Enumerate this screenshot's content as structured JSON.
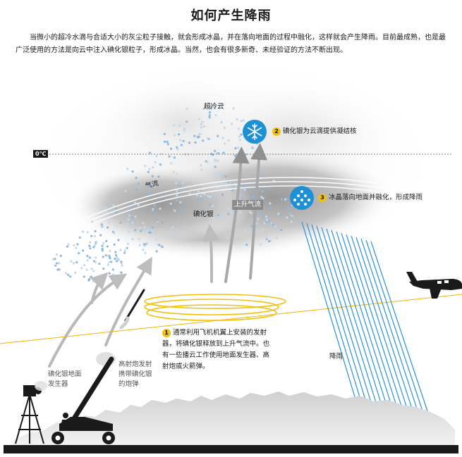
{
  "title": "如何产生降雨",
  "intro": "当微小的超冷水滴与合适大小的灰尘粒子接触，就会形成冰晶，并在落向地面的过程中融化，这样就会产生降雨。目前最成熟，也是最广泛使用的方法是向云中注入碘化银粒子，形成冰晶。当然，也会有很多新奇、未经验证的方法不断出现。",
  "labels": {
    "supercooled_cloud": "超冷云",
    "zero_c": "0℃",
    "airflow": "气流",
    "silver_iodide": "碘化银",
    "updraft": "上升气流",
    "rain": "降雨",
    "ground_generator": "碘化银地面\n发生器",
    "artillery": "高射炮发射\n携带碘化银\n的炮弹"
  },
  "steps": [
    {
      "num": "1",
      "text": "通常利用飞机机翼上安装的发射器，将碘化银释放到上升气流中。也有一些播云工作使用地面发生器、高射炮或火箭弹。"
    },
    {
      "num": "2",
      "text": "碘化银为云滴提供凝结核"
    },
    {
      "num": "3",
      "text": "冰晶落向地面并融化，形成降雨"
    }
  ],
  "icons": {
    "snowflake": "snowflake-icon",
    "droplets": "water-droplets-icon"
  },
  "colors": {
    "accent_blue": "#1e90d6",
    "rain_blue": "#2b8fd8",
    "step_yellow": "#f2c10f",
    "flight_path": "#f2b400",
    "ground": "#1a1a1a"
  }
}
